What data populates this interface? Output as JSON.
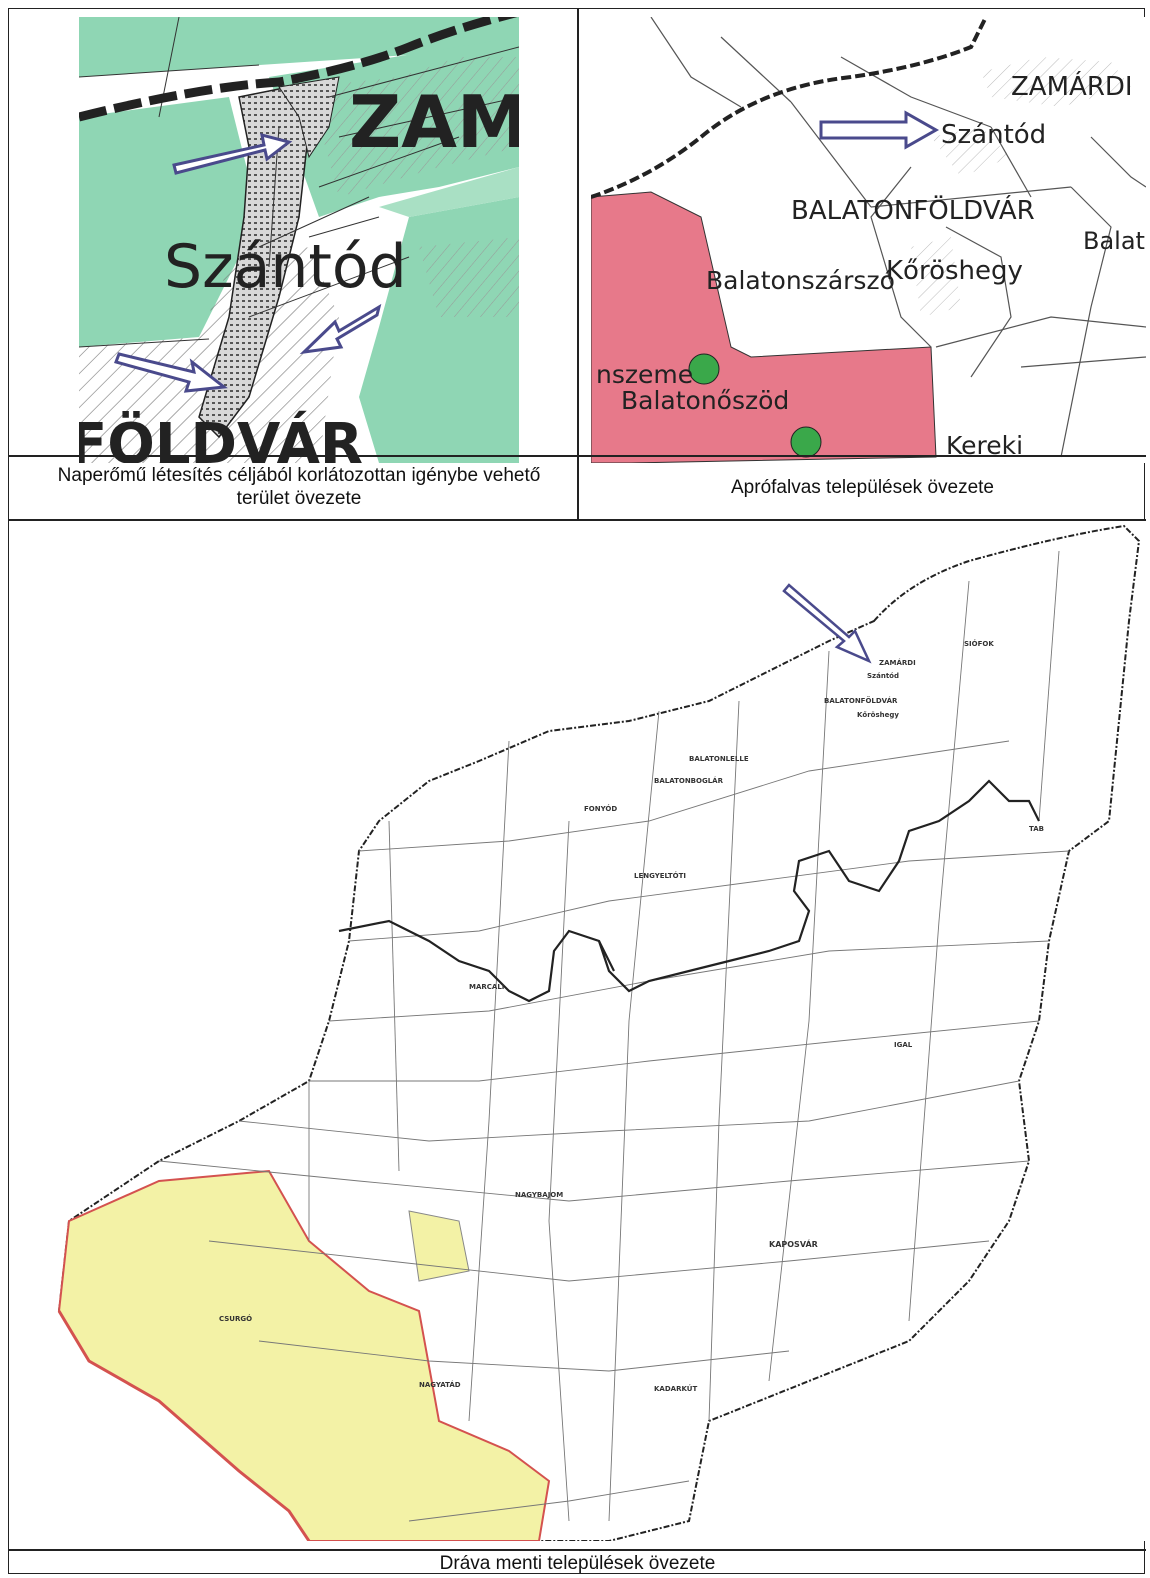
{
  "panels": {
    "top_left": {
      "caption": "Naperőmű létesítés céljából korlátozottan igénybe vehető terület övezete",
      "labels": {
        "zama": "ZAMA",
        "szantod": "Szántód",
        "foldvar": "FÖLDVÁR"
      }
    },
    "top_right": {
      "caption": "Aprófalvas települések övezete",
      "labels": {
        "zamardi": "ZAMÁRDI",
        "szantod": "Szántód",
        "balatonfoldvar": "BALATONFÖLDVÁR",
        "balat": "Balat",
        "koroshegy": "Kőröshegy",
        "balatonszarszo": "Balatonszárszó",
        "nszeme": "nszeme",
        "balatonoszod": "Balatonőszöd",
        "kereki": "Kereki"
      }
    },
    "bottom": {
      "caption": "Dráva menti települések övezete",
      "labels": {
        "zamardi": "ZAMÁRDI",
        "szantod": "Szántód",
        "siofok": "SIÓFOK",
        "balatonfoldvar": "BALATONFÖLDVÁR",
        "koroshegy": "Kőröshegy",
        "balatonlelle": "BALATONLELLE",
        "balatonboglar": "BALATONBOGLÁR",
        "fonyod": "FONYÓD",
        "lengyeltoti": "LENGYELTÓTI",
        "marcali": "MARCALI",
        "igal": "IGAL",
        "nagybajom": "NAGYBAJOM",
        "kaposvar": "KAPOSVÁR",
        "csurgo": "CSURGÓ",
        "nagyatad": "NAGYATÁD",
        "kadarkut": "KADARKÚT",
        "tab": "TAB"
      }
    }
  },
  "colors": {
    "solar_zone": "#8fd6b4",
    "small_village_zone": "#e7798a",
    "drava_zone": "#f3f2a6",
    "drava_border": "#d4524f",
    "arrow": "#4a4a8c",
    "point": "#3aa84a",
    "boundary": "#222222"
  },
  "icons": [
    "arrow-icon",
    "settlement-point-icon"
  ]
}
